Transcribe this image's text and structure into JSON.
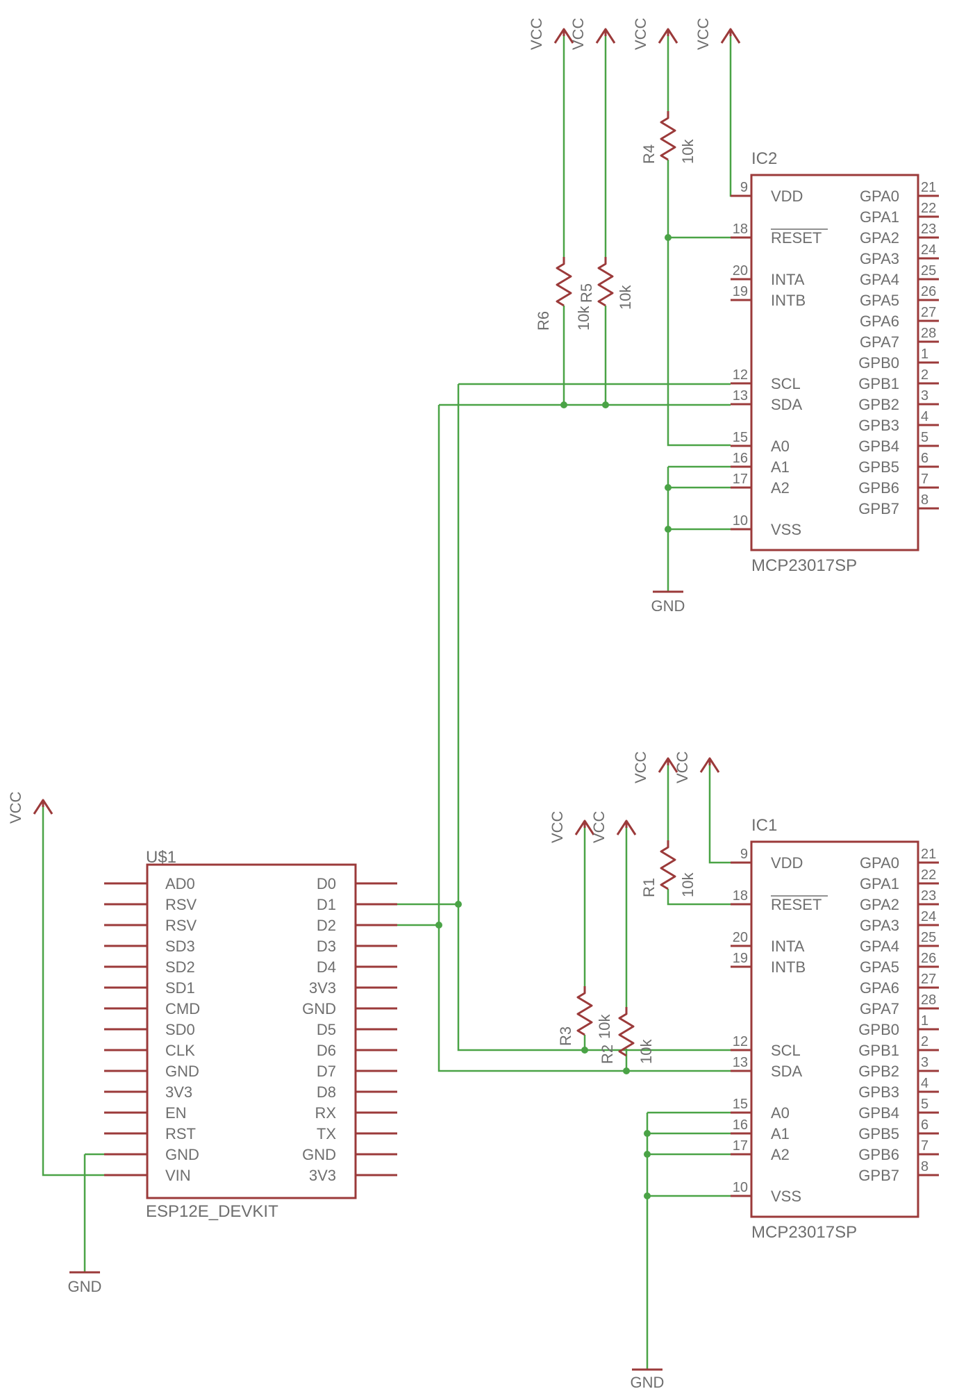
{
  "ic2": {
    "ref": "IC2",
    "value": "MCP23017SP",
    "left_pins": [
      {
        "num": "9",
        "name": "VDD"
      },
      {
        "num": "18",
        "name": "RESET"
      },
      {
        "num": "20",
        "name": "INTA"
      },
      {
        "num": "19",
        "name": "INTB"
      },
      {
        "num": "12",
        "name": "SCL"
      },
      {
        "num": "13",
        "name": "SDA"
      },
      {
        "num": "15",
        "name": "A0"
      },
      {
        "num": "16",
        "name": "A1"
      },
      {
        "num": "17",
        "name": "A2"
      },
      {
        "num": "10",
        "name": "VSS"
      }
    ],
    "right_pins": [
      {
        "num": "21",
        "name": "GPA0"
      },
      {
        "num": "22",
        "name": "GPA1"
      },
      {
        "num": "23",
        "name": "GPA2"
      },
      {
        "num": "24",
        "name": "GPA3"
      },
      {
        "num": "25",
        "name": "GPA4"
      },
      {
        "num": "26",
        "name": "GPA5"
      },
      {
        "num": "27",
        "name": "GPA6"
      },
      {
        "num": "28",
        "name": "GPA7"
      },
      {
        "num": "1",
        "name": "GPB0"
      },
      {
        "num": "2",
        "name": "GPB1"
      },
      {
        "num": "3",
        "name": "GPB2"
      },
      {
        "num": "4",
        "name": "GPB3"
      },
      {
        "num": "5",
        "name": "GPB4"
      },
      {
        "num": "6",
        "name": "GPB5"
      },
      {
        "num": "7",
        "name": "GPB6"
      },
      {
        "num": "8",
        "name": "GPB7"
      }
    ]
  },
  "ic1": {
    "ref": "IC1",
    "value": "MCP23017SP",
    "left_pins": [
      {
        "num": "9",
        "name": "VDD"
      },
      {
        "num": "18",
        "name": "RESET"
      },
      {
        "num": "20",
        "name": "INTA"
      },
      {
        "num": "19",
        "name": "INTB"
      },
      {
        "num": "12",
        "name": "SCL"
      },
      {
        "num": "13",
        "name": "SDA"
      },
      {
        "num": "15",
        "name": "A0"
      },
      {
        "num": "16",
        "name": "A1"
      },
      {
        "num": "17",
        "name": "A2"
      },
      {
        "num": "10",
        "name": "VSS"
      }
    ],
    "right_pins": [
      {
        "num": "21",
        "name": "GPA0"
      },
      {
        "num": "22",
        "name": "GPA1"
      },
      {
        "num": "23",
        "name": "GPA2"
      },
      {
        "num": "24",
        "name": "GPA3"
      },
      {
        "num": "25",
        "name": "GPA4"
      },
      {
        "num": "26",
        "name": "GPA5"
      },
      {
        "num": "27",
        "name": "GPA6"
      },
      {
        "num": "28",
        "name": "GPA7"
      },
      {
        "num": "1",
        "name": "GPB0"
      },
      {
        "num": "2",
        "name": "GPB1"
      },
      {
        "num": "3",
        "name": "GPB2"
      },
      {
        "num": "4",
        "name": "GPB3"
      },
      {
        "num": "5",
        "name": "GPB4"
      },
      {
        "num": "6",
        "name": "GPB5"
      },
      {
        "num": "7",
        "name": "GPB6"
      },
      {
        "num": "8",
        "name": "GPB7"
      }
    ]
  },
  "u1": {
    "ref": "U$1",
    "value": "ESP12E_DEVKIT",
    "left_pins": [
      "AD0",
      "RSV",
      "RSV",
      "SD3",
      "SD2",
      "SD1",
      "CMD",
      "SD0",
      "CLK",
      "GND",
      "3V3",
      "EN",
      "RST",
      "GND",
      "VIN"
    ],
    "right_pins": [
      "D0",
      "D1",
      "D2",
      "D3",
      "D4",
      "3V3",
      "GND",
      "D5",
      "D6",
      "D7",
      "D8",
      "RX",
      "TX",
      "GND",
      "3V3"
    ]
  },
  "resistors": {
    "r1": {
      "ref": "R1",
      "value": "10k"
    },
    "r2": {
      "ref": "R2",
      "value": "10k"
    },
    "r3": {
      "ref": "R3",
      "value": "10k"
    },
    "r4": {
      "ref": "R4",
      "value": "10k"
    },
    "r5": {
      "ref": "R5",
      "value": "10k"
    },
    "r6": {
      "ref": "R6",
      "value": "10k"
    }
  },
  "power": {
    "vcc_label": "VCC",
    "gnd_label": "GND"
  }
}
